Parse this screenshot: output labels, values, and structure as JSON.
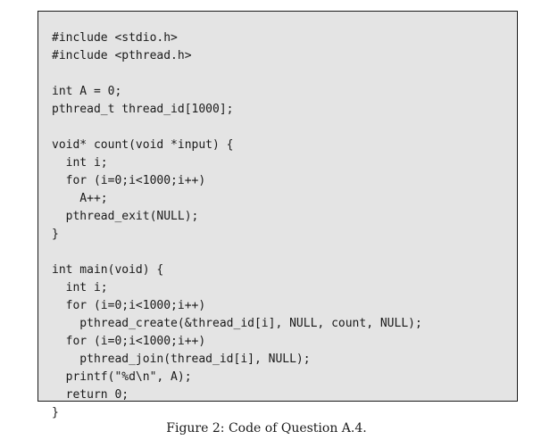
{
  "code_lines": [
    "#include <stdio.h>",
    "#include <pthread.h>",
    "",
    "int A = 0;",
    "pthread_t thread_id[1000];",
    "",
    "void* count(void *input) {",
    "  int i;",
    "  for (i=0;i<1000;i++)",
    "    A++;",
    "  pthread_exit(NULL);",
    "}",
    "",
    "int main(void) {",
    "  int i;",
    "  for (i=0;i<1000;i++)",
    "    pthread_create(&thread_id[i], NULL, count, NULL);",
    "  for (i=0;i<1000;i++)",
    "    pthread_join(thread_id[i], NULL);",
    "  printf(\"%d\\n\", A);",
    "  return 0;",
    "}"
  ],
  "caption": "Figure 2: Code of Question A.4."
}
